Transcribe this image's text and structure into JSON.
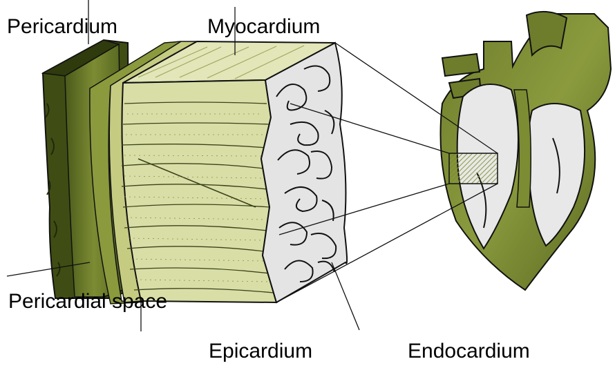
{
  "labels": {
    "pericardium": "Pericardium",
    "myocardium": "Myocardium",
    "pericardial_space": "Pericardial space",
    "epicardium": "Epicardium",
    "endocardium": "Endocardium"
  },
  "colors": {
    "dark_green": "#4a5a1a",
    "olive": "#6b7a2a",
    "muscle": "#d6dba3",
    "muscle_light": "#e4e8bd",
    "endocardium_bg": "#e6e6e6",
    "outline": "#111111"
  }
}
